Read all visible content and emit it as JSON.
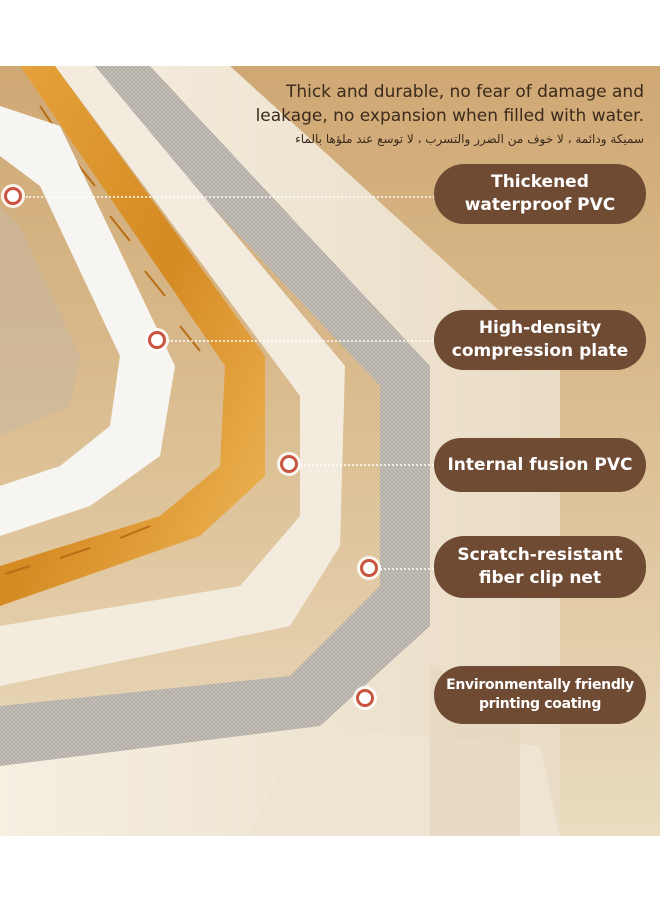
{
  "headline": {
    "line1": "Thick and durable, no fear of damage and",
    "line2": "leakage, no expansion when filled with water.",
    "arabic": "سميكة ودائمة ، لا خوف من الضرر والتسرب ، لا توسع عند ملؤها بالماء"
  },
  "callouts": [
    {
      "line1": "Thickened",
      "line2": "waterproof PVC"
    },
    {
      "line1": "High-density",
      "line2": "compression plate"
    },
    {
      "line1": "Internal fusion PVC",
      "line2": ""
    },
    {
      "line1": "Scratch-resistant",
      "line2": "fiber clip net"
    },
    {
      "line1": "Environmentally friendly",
      "line2": "printing coating"
    }
  ],
  "colors": {
    "pill_background": "#6f4b34",
    "marker_ring": "#c9543f",
    "backdrop": "#d8b889"
  }
}
